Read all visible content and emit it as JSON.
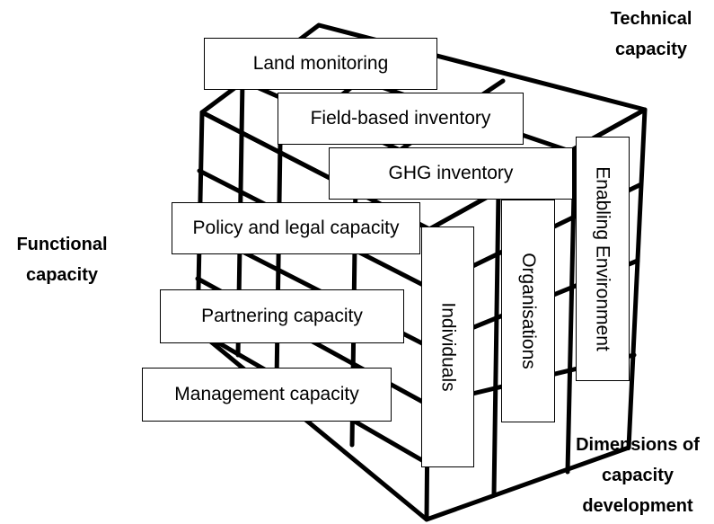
{
  "boxes": {
    "land_monitoring": "Land monitoring",
    "field_based_inventory": "Field-based inventory",
    "ghg_inventory": "GHG inventory",
    "policy_legal": "Policy and legal capacity",
    "partnering": "Partnering capacity",
    "management": "Management capacity",
    "individuals": "Individuals",
    "organisations": "Organisations",
    "enabling_environment": "Enabling Environment"
  },
  "axis_titles": {
    "technical_line1": "Technical",
    "technical_line2": "capacity",
    "functional_line1": "Functional",
    "functional_line2": "capacity",
    "dimensions_line1": "Dimensions of",
    "dimensions_line2": "capacity",
    "dimensions_line3": "development"
  },
  "colors": {
    "line": "#000000",
    "box_fill": "#ffffff"
  }
}
